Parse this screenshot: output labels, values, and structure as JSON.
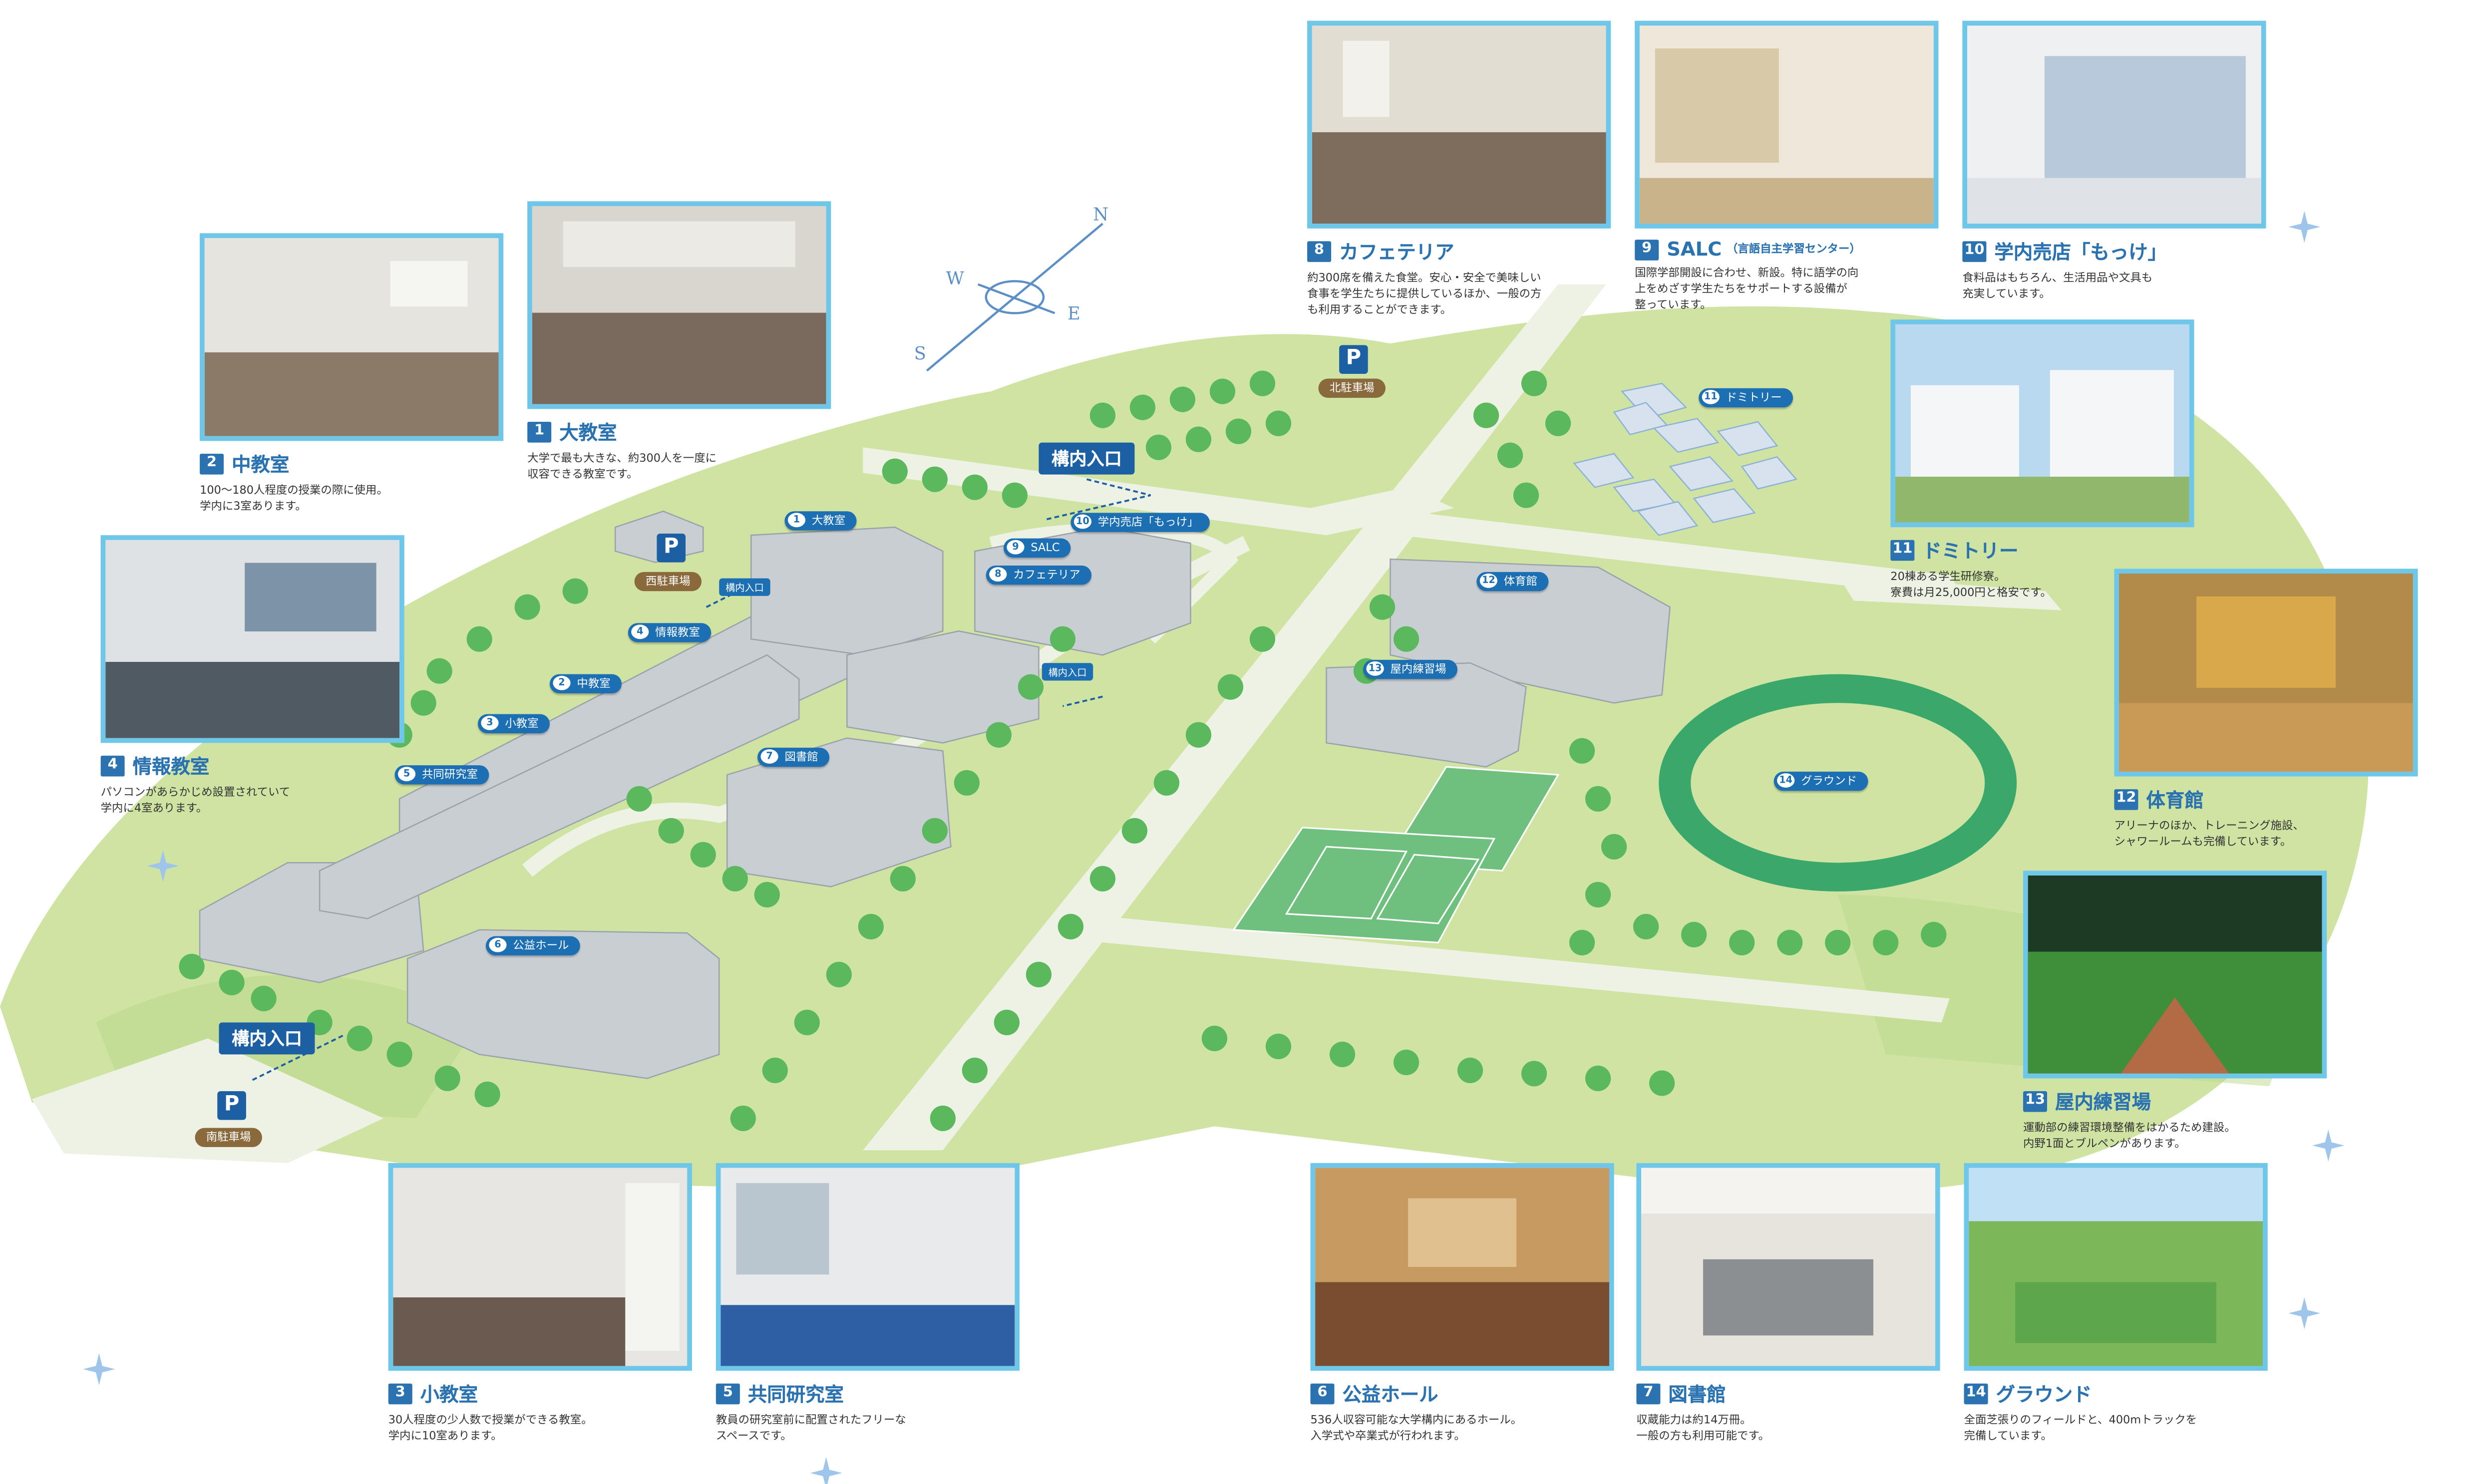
{
  "compass": {
    "n": "N",
    "e": "E",
    "s": "S",
    "w": "W"
  },
  "entrances": {
    "main": "構内入口",
    "small": "構内入口"
  },
  "parking": {
    "symbol": "P",
    "west": "西駐車場",
    "north": "北駐車場",
    "south": "南駐車場"
  },
  "map_labels": {
    "l1": {
      "num": "1",
      "text": "大教室"
    },
    "l2": {
      "num": "2",
      "text": "中教室"
    },
    "l3": {
      "num": "3",
      "text": "小教室"
    },
    "l4": {
      "num": "4",
      "text": "情報教室"
    },
    "l5": {
      "num": "5",
      "text": "共同研究室"
    },
    "l6": {
      "num": "6",
      "text": "公益ホール"
    },
    "l7": {
      "num": "7",
      "text": "図書館"
    },
    "l8": {
      "num": "8",
      "text": "カフェテリア"
    },
    "l9": {
      "num": "9",
      "text": "SALC"
    },
    "l10": {
      "num": "10",
      "text": "学内売店「もっけ」"
    },
    "l11": {
      "num": "11",
      "text": "ドミトリー"
    },
    "l12": {
      "num": "12",
      "text": "体育館"
    },
    "l13": {
      "num": "13",
      "text": "屋内練習場"
    },
    "l14": {
      "num": "14",
      "text": "グラウンド"
    }
  },
  "cards": {
    "c1": {
      "num": "1",
      "title": "大教室",
      "desc": "大学で最も大きな、約300人を一度に\n収容できる教室です。"
    },
    "c2": {
      "num": "2",
      "title": "中教室",
      "desc": "100〜180人程度の授業の際に使用。\n学内に3室あります。"
    },
    "c3": {
      "num": "3",
      "title": "小教室",
      "desc": "30人程度の少人数で授業ができる教室。\n学内に10室あります。"
    },
    "c4": {
      "num": "4",
      "title": "情報教室",
      "desc": "パソコンがあらかじめ設置されていて\n学内に4室あります。"
    },
    "c5": {
      "num": "5",
      "title": "共同研究室",
      "desc": "教員の研究室前に配置されたフリーな\nスペースです。"
    },
    "c6": {
      "num": "6",
      "title": "公益ホール",
      "desc": "536人収容可能な大学構内にあるホール。\n入学式や卒業式が行われます。"
    },
    "c7": {
      "num": "7",
      "title": "図書館",
      "desc": "収蔵能力は約14万冊。\n一般の方も利用可能です。"
    },
    "c8": {
      "num": "8",
      "title": "カフェテリア",
      "desc": "約300席を備えた食堂。安心・安全で美味しい\n食事を学生たちに提供しているほか、一般の方\nも利用することができます。"
    },
    "c9": {
      "num": "9",
      "title": "SALC",
      "sub": "（言語自主学習センター）",
      "desc": "国際学部開設に合わせ、新設。特に語学の向\n上をめざす学生たちをサポートする設備が\n整っています。"
    },
    "c10": {
      "num": "10",
      "title": "学内売店「もっけ」",
      "desc": "食料品はもちろん、生活用品や文具も\n充実しています。"
    },
    "c11": {
      "num": "11",
      "title": "ドミトリー",
      "desc": "20棟ある学生研修寮。\n寮費は月25,000円と格安です。"
    },
    "c12": {
      "num": "12",
      "title": "体育館",
      "desc": "アリーナのほか、トレーニング施設、\nシャワールームも完備しています。"
    },
    "c13": {
      "num": "13",
      "title": "屋内練習場",
      "desc": "運動部の練習環境整備をはかるため建設。\n内野1面とブルペンがあります。"
    },
    "c14": {
      "num": "14",
      "title": "グラウンド",
      "desc": "全面芝張りのフィールドと、400mトラックを\n完備しています。"
    }
  },
  "colors": {
    "accent": "#2b72b0",
    "label": "#1d6fb3",
    "photo_border": "#6ec7e8",
    "grass": "#cfe3a2",
    "road": "#eef2e4",
    "track": "#3aa86a",
    "parking": "#8a6a3d"
  }
}
